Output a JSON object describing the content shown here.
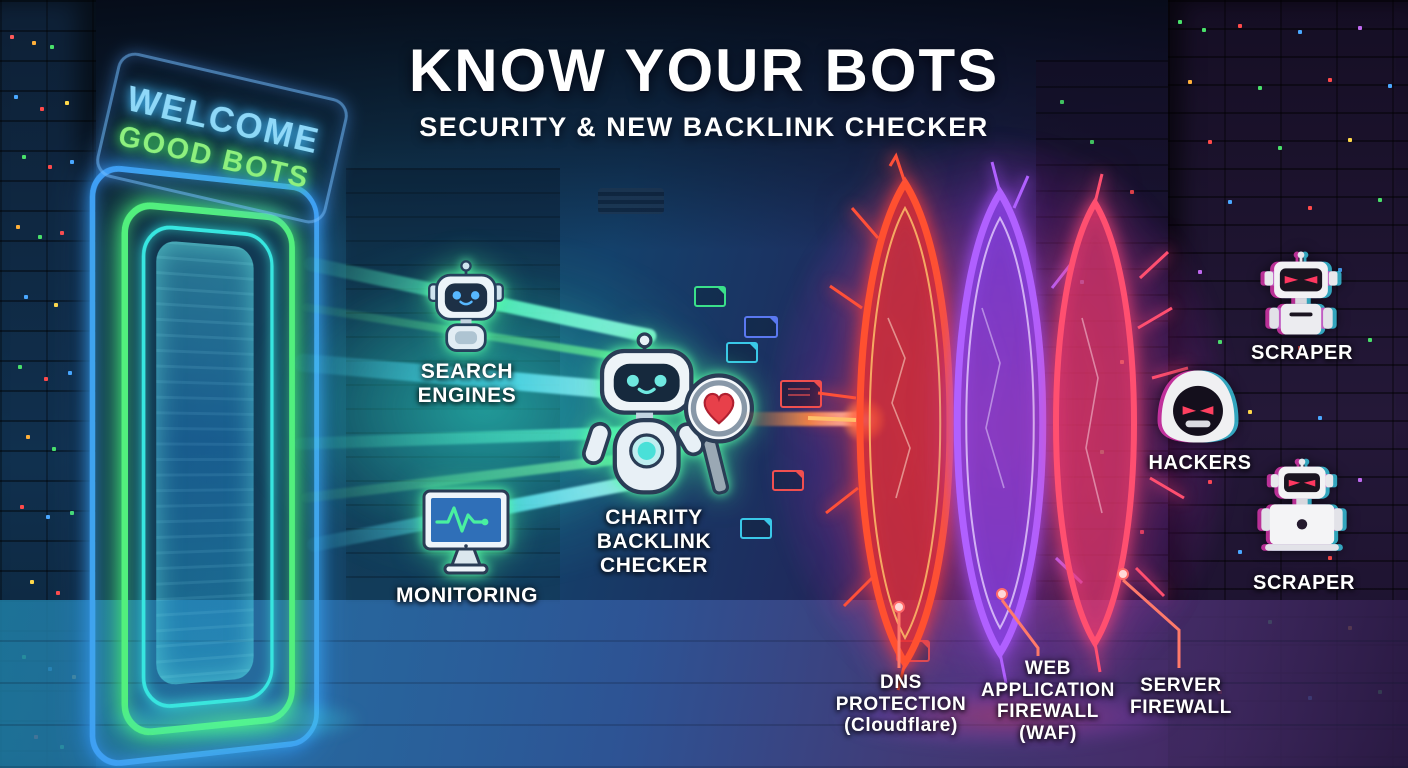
{
  "header": {
    "title": "KNOW YOUR BOTS",
    "subtitle": "SECURITY & NEW BACKLINK CHECKER"
  },
  "door_sign": {
    "line1": "WELCOME",
    "line2": "GOOD BOTS"
  },
  "good_bots": {
    "search_engines_label": "SEARCH ENGINES",
    "monitoring_label": "MONITORING",
    "charity_checker_label": "CHARITY BACKLINK CHECKER"
  },
  "firewalls": {
    "dns": {
      "label": "DNS PROTECTION",
      "note": "(Cloudflare)"
    },
    "waf": {
      "label": "WEB APPLICATION FIREWALL",
      "note": "(WAF)"
    },
    "server": {
      "label": "SERVER FIREWALL",
      "note": ""
    }
  },
  "threats": {
    "scraper_top_label": "SCRAPER",
    "hackers_label": "HACKERS",
    "scraper_bottom_label": "SCRAPER"
  },
  "icons": {
    "search_engine_bot": "friendly-robot",
    "monitoring": "monitor-with-pulse-line",
    "charity_checker_bot": "robot-with-heart-magnifier",
    "dns_shield": "spiky-energy-shield",
    "waf_shield": "spiky-energy-shield",
    "server_shield": "spiky-energy-shield",
    "scraper_top": "glitch-evil-robot",
    "hackers": "glitch-hooded-figure",
    "scraper_bottom": "glitch-robot-with-laptop"
  },
  "colors": {
    "neon_green": "#52f07d",
    "neon_cyan": "#37e6e0",
    "neon_blue": "#3f9ff5",
    "sign_welcome": "#8fd8f8",
    "sign_good_bots": "#8ef07e",
    "firewall_red": "#ff4433",
    "firewall_purple": "#a050ff",
    "firewall_pink": "#ff4f70",
    "glitch_magenta": "#ff3ec8",
    "glitch_cyan": "#3ee6ff",
    "heart_red": "#e8404a",
    "background_navy": "#14325a",
    "background_purple": "#241238"
  }
}
